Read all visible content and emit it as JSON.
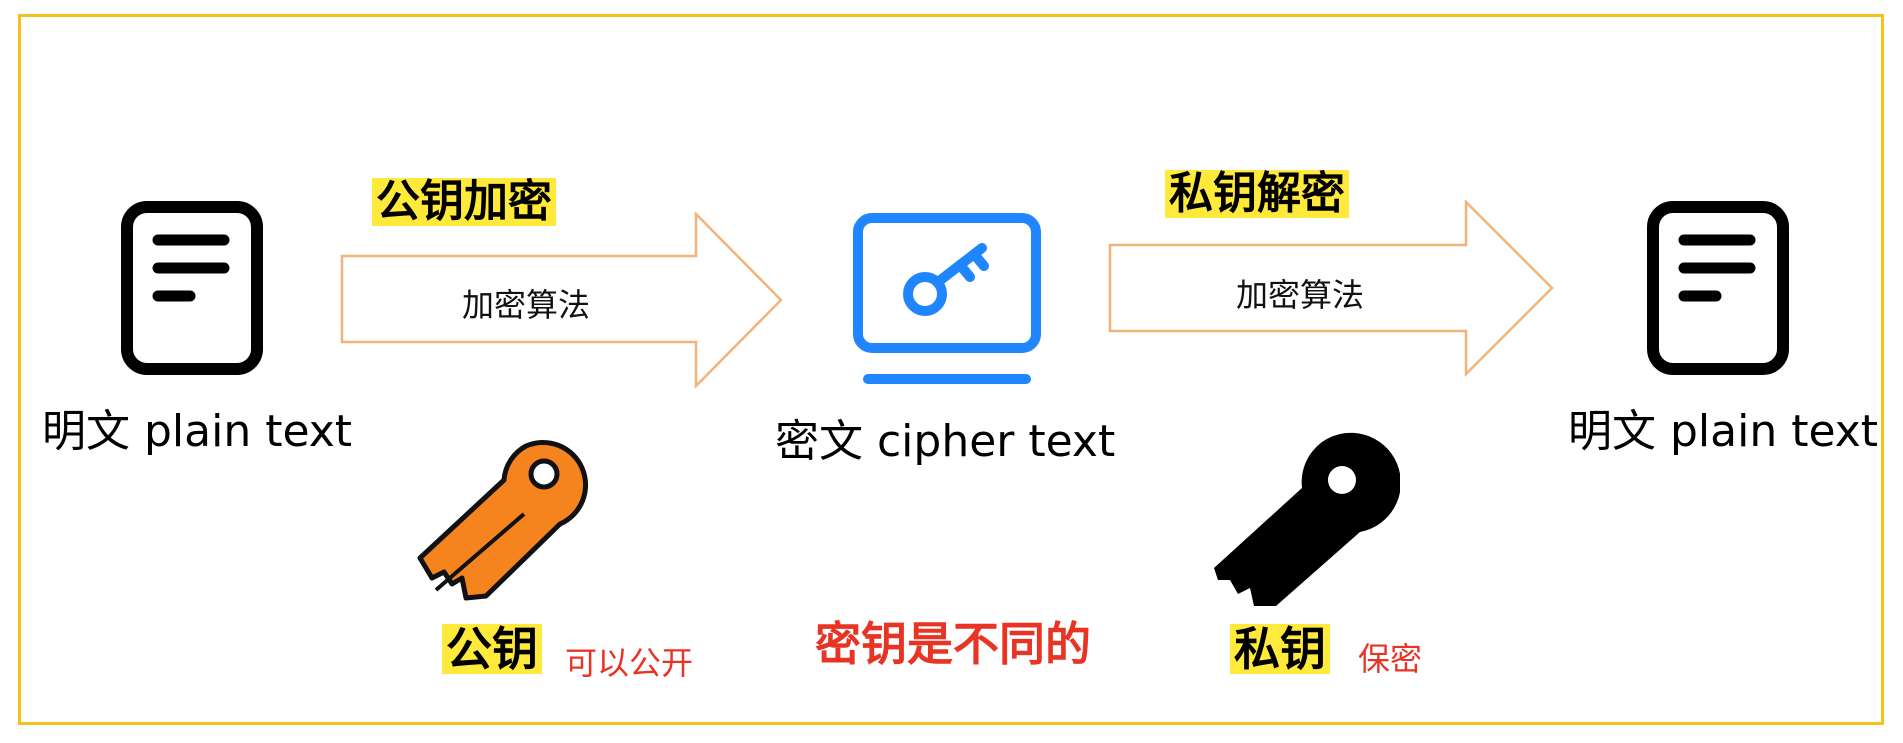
{
  "left_doc": {
    "label": "明文 plain text"
  },
  "encrypt": {
    "title": "公钥加密",
    "algorithm": "加密算法"
  },
  "cipher": {
    "label": "密文 cipher text"
  },
  "decrypt": {
    "title": "私钥解密",
    "algorithm": "加密算法"
  },
  "right_doc": {
    "label": "明文 plain text"
  },
  "public_key": {
    "label": "公钥",
    "note": "可以公开",
    "color": "#f5841f"
  },
  "private_key": {
    "label": "私钥",
    "note": "保密",
    "color": "#000000"
  },
  "center_note": "密钥是不同的",
  "colors": {
    "border": "#f4c21a",
    "highlight": "#ffe93a",
    "arrow": "#f2b37a",
    "screen": "#1f86ff",
    "red": "#e83424"
  }
}
